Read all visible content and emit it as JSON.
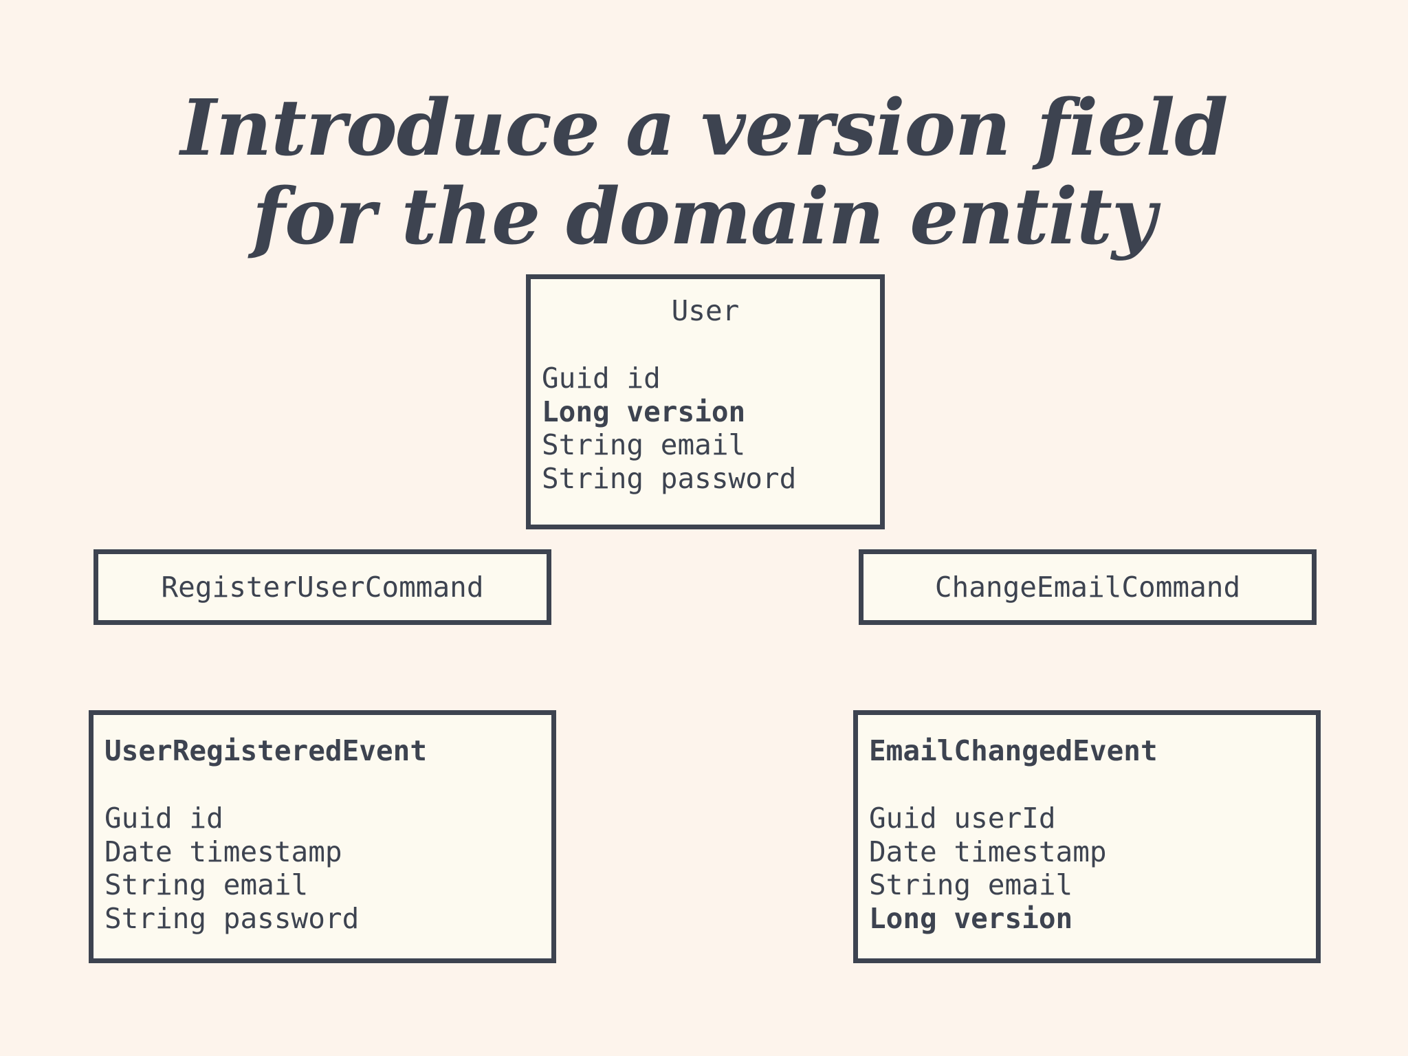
{
  "slide": {
    "title_line1": "Introduce a version field",
    "title_line2": "for the domain entity",
    "background_color": "#fdf4ec",
    "ink_color": "#3d4350",
    "box_fill_color": "#fdfaf0"
  },
  "boxes": {
    "user": {
      "title": "User",
      "fields": [
        {
          "text": "Guid id",
          "bold": false
        },
        {
          "text": "Long version",
          "bold": true
        },
        {
          "text": "String email",
          "bold": false
        },
        {
          "text": "String password",
          "bold": false
        }
      ]
    },
    "register_command": {
      "title": "RegisterUserCommand"
    },
    "changeemail_command": {
      "title": "ChangeEmailCommand"
    },
    "userregistered_event": {
      "title": "UserRegisteredEvent",
      "fields": [
        {
          "text": "Guid id",
          "bold": false
        },
        {
          "text": "Date timestamp",
          "bold": false
        },
        {
          "text": "String email",
          "bold": false
        },
        {
          "text": "String password",
          "bold": false
        }
      ]
    },
    "emailchanged_event": {
      "title": "EmailChangedEvent",
      "fields": [
        {
          "text": "Guid userId",
          "bold": false
        },
        {
          "text": "Date timestamp",
          "bold": false
        },
        {
          "text": "String email",
          "bold": false
        },
        {
          "text": "Long version",
          "bold": true
        }
      ]
    }
  }
}
